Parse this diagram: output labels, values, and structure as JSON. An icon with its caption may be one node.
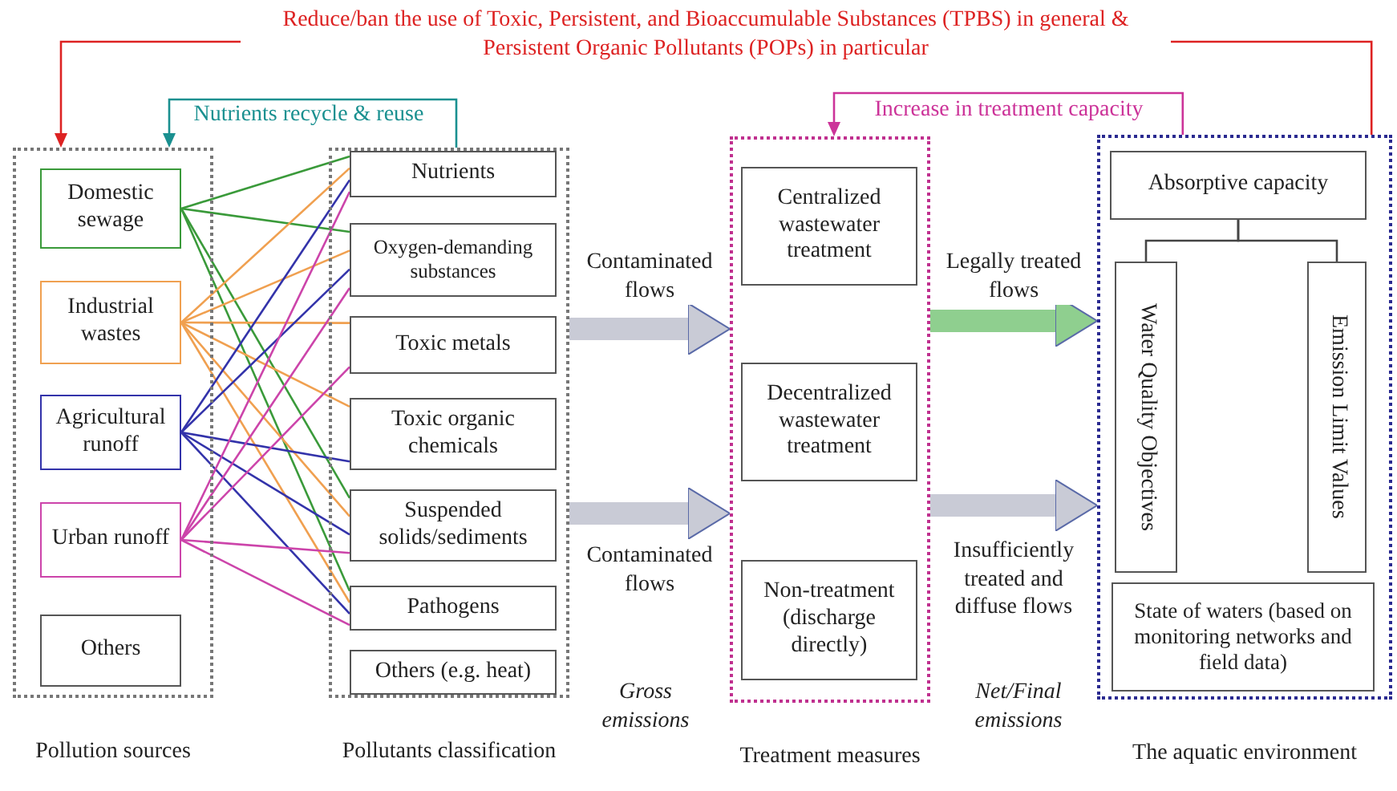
{
  "diagram": {
    "nodes": [
      {
        "text": [
          "Pollution sources"
        ]
      },
      {
        "text": [
          "Domestic sewage"
        ],
        "in": 0
      },
      {
        "text": [
          "Industrial wastes"
        ],
        "in": 0
      },
      {
        "text": [
          "Agricultural runoff"
        ],
        "in": 0
      },
      {
        "text": [
          "Urban runoff"
        ],
        "in": 0
      },
      {
        "text": [
          "Others"
        ],
        "in": 0
      },
      {
        "text": [
          "Pollutants classification"
        ]
      },
      {
        "text": [
          "Nutrients"
        ],
        "in": 6
      },
      {
        "text": [
          "Oxygen-demanding substances"
        ],
        "in": 6
      },
      {
        "text": [
          "Toxic metals"
        ],
        "in": 6
      },
      {
        "text": [
          "Toxic organic chemicals"
        ],
        "in": 6
      },
      {
        "text": [
          "Suspended solids/sediments"
        ],
        "in": 6
      },
      {
        "text": [
          "Pathogens"
        ],
        "in": 6
      },
      {
        "text": [
          "Others (e.g. heat)"
        ],
        "in": 6
      },
      {
        "text": [
          "Treatment measures"
        ]
      },
      {
        "text": [
          "Centralized wastewater treatment"
        ],
        "in": 14
      },
      {
        "text": [
          "Decentralized wastewater treatment"
        ],
        "in": 14
      },
      {
        "text": [
          "Non-treatment (discharge directly)"
        ],
        "in": 14
      },
      {
        "text": [
          "The aquatic environment"
        ]
      },
      {
        "text": [
          "Absorptive capacity"
        ],
        "in": 18
      },
      {
        "text": [
          "Water Quality Objectives"
        ],
        "in": 18
      },
      {
        "text": [
          "Emission Limit Values"
        ],
        "in": 18
      },
      {
        "text": [
          "State of waters (based on monitoring networks and field data)"
        ],
        "in": 18
      }
    ],
    "edges": [
      {
        "from": 1,
        "to": 7,
        "arrow": "none",
        "color": "#3a9a3a"
      },
      {
        "from": 1,
        "to": 8,
        "arrow": "none",
        "color": "#3a9a3a"
      },
      {
        "from": 1,
        "to": 11,
        "arrow": "none",
        "color": "#3a9a3a"
      },
      {
        "from": 1,
        "to": 12,
        "arrow": "none",
        "color": "#3a9a3a"
      },
      {
        "from": 2,
        "to": 7,
        "arrow": "none",
        "color": "#f0a050"
      },
      {
        "from": 2,
        "to": 8,
        "arrow": "none",
        "color": "#f0a050"
      },
      {
        "from": 2,
        "to": 9,
        "arrow": "none",
        "color": "#f0a050"
      },
      {
        "from": 2,
        "to": 10,
        "arrow": "none",
        "color": "#f0a050"
      },
      {
        "from": 2,
        "to": 11,
        "arrow": "none",
        "color": "#f0a050"
      },
      {
        "from": 2,
        "to": 12,
        "arrow": "none",
        "color": "#f0a050"
      },
      {
        "from": 3,
        "to": 7,
        "arrow": "none",
        "color": "#3333aa"
      },
      {
        "from": 3,
        "to": 8,
        "arrow": "none",
        "color": "#3333aa"
      },
      {
        "from": 3,
        "to": 10,
        "arrow": "none",
        "color": "#3333aa"
      },
      {
        "from": 3,
        "to": 11,
        "arrow": "none",
        "color": "#3333aa"
      },
      {
        "from": 3,
        "to": 12,
        "arrow": "none",
        "color": "#3333aa"
      },
      {
        "from": 4,
        "to": 7,
        "arrow": "none",
        "color": "#cc44aa"
      },
      {
        "from": 4,
        "to": 8,
        "arrow": "none",
        "color": "#cc44aa"
      },
      {
        "from": 4,
        "to": 9,
        "arrow": "none",
        "color": "#cc44aa"
      },
      {
        "from": 4,
        "to": 11,
        "arrow": "none",
        "color": "#cc44aa"
      },
      {
        "from": 4,
        "to": 12,
        "arrow": "none",
        "color": "#cc44aa"
      },
      {
        "from": 6,
        "to": 14,
        "arrow": "to",
        "label": "Contaminated flows",
        "style": "thick",
        "color": "#c9cbd6"
      },
      {
        "from": 6,
        "to": 14,
        "arrow": "to",
        "label": "Contaminated flows",
        "style": "thick",
        "color": "#c9cbd6"
      },
      {
        "from": 14,
        "to": 18,
        "arrow": "to",
        "label": "Legally treated flows",
        "style": "thick",
        "color": "#8fcf8f"
      },
      {
        "from": 14,
        "to": 18,
        "arrow": "to",
        "label": "Insufficiently treated and diffuse flows",
        "style": "thick",
        "color": "#c9cbd6"
      },
      {
        "from": 19,
        "to": 20,
        "arrow": "none",
        "color": "#444444"
      },
      {
        "from": 19,
        "to": 21,
        "arrow": "none",
        "color": "#444444"
      },
      {
        "from": 18,
        "to": 0,
        "arrow": "to",
        "label": "Reduce/ban the use of Toxic, Persistent, and Bioaccumulable Substances (TPBS) in general & Persistent Organic Pollutants (POPs) in particular",
        "color": "#dd2222"
      },
      {
        "from": 6,
        "to": 0,
        "arrow": "to",
        "label": "Nutrients recycle & reuse",
        "color": "#1a9090"
      },
      {
        "from": 18,
        "to": 14,
        "arrow": "to",
        "label": "Increase in treatment capacity",
        "color": "#cc3399"
      }
    ],
    "labels": [
      "Gross emissions",
      "Net/Final emissions"
    ]
  }
}
